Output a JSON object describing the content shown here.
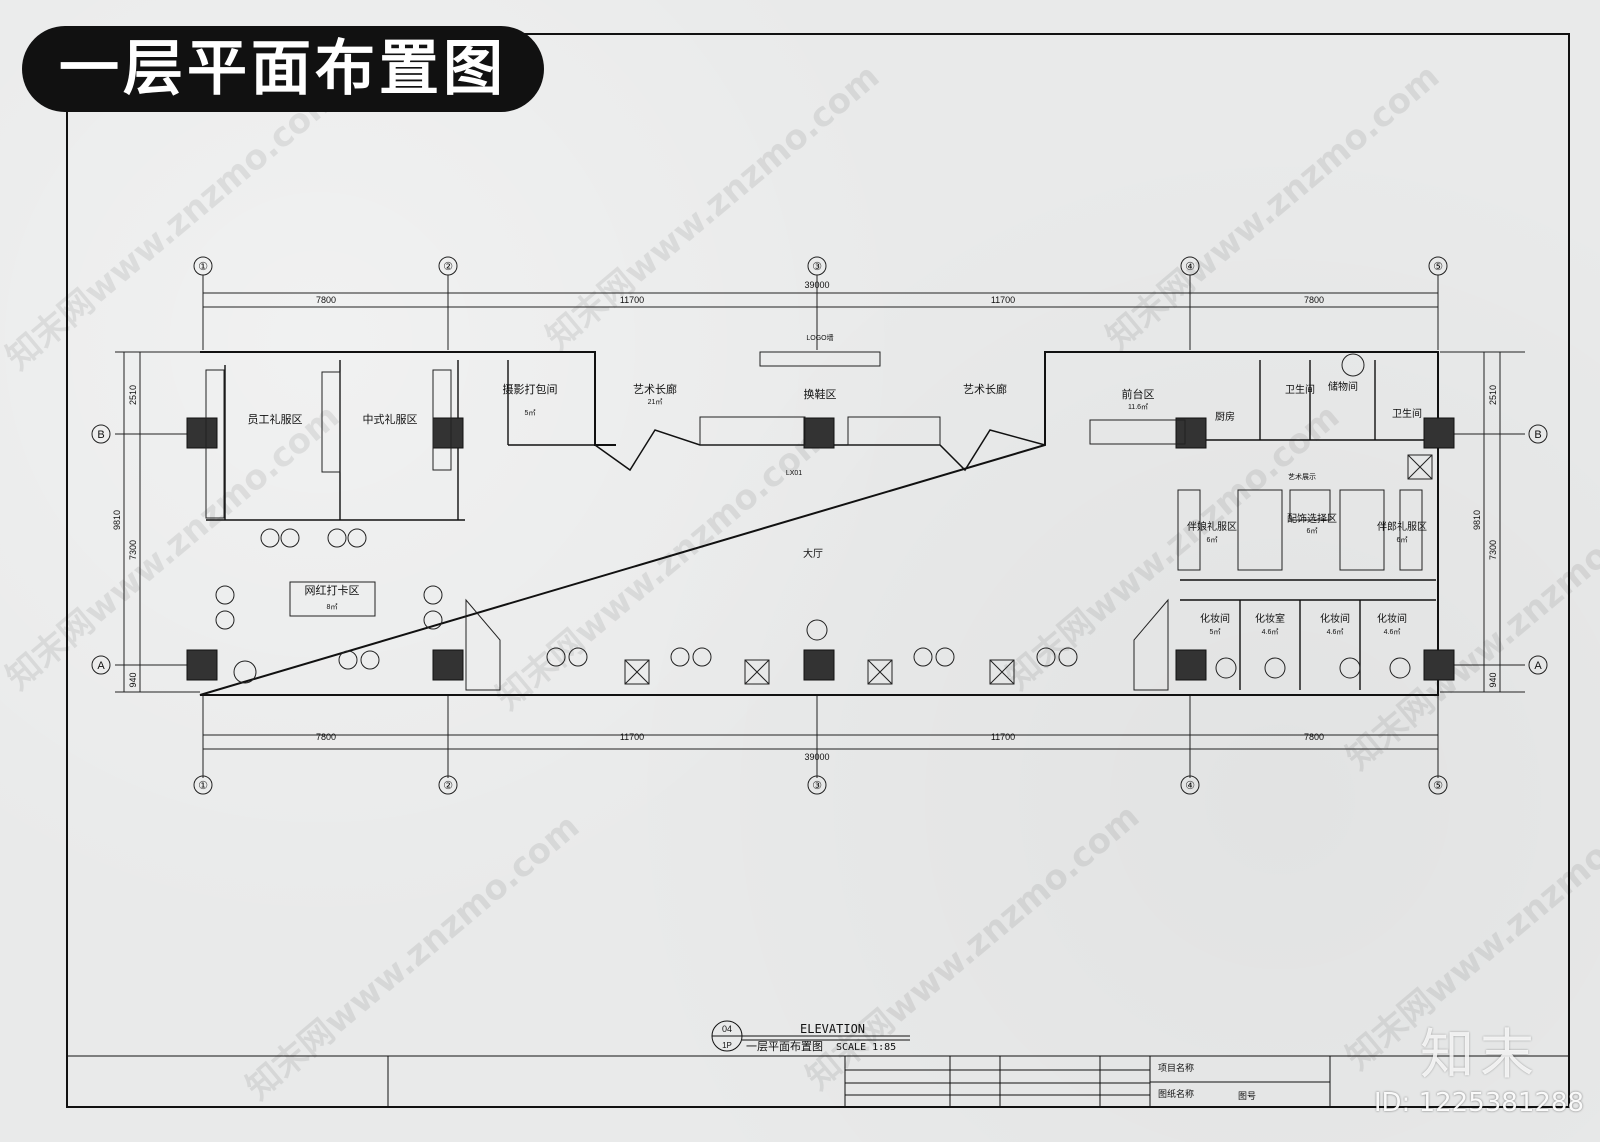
{
  "title": "一层平面布置图",
  "watermark": "知末网www.znzmo.com",
  "brand": "知末",
  "image_id": "ID: 1225381288",
  "grid": {
    "axes_top": [
      "①",
      "②",
      "③",
      "④",
      "⑤"
    ],
    "axes_side": [
      "B",
      "A"
    ],
    "dim_spans": [
      "7800",
      "11700",
      "11700",
      "7800"
    ],
    "dim_total": "39000",
    "dim_side_left": [
      "2510",
      "7300",
      "940"
    ],
    "dim_side_total": "9810"
  },
  "rooms": [
    {
      "name": "员工礼服区"
    },
    {
      "name": "中式礼服区"
    },
    {
      "name": "摄影打包间",
      "area": "5㎡"
    },
    {
      "name": "艺术长廊",
      "area": "21㎡"
    },
    {
      "name": "换鞋区"
    },
    {
      "name": "艺术长廊"
    },
    {
      "name": "前台区",
      "area": "11.6㎡"
    },
    {
      "name": "厨房"
    },
    {
      "name": "卫生间"
    },
    {
      "name": "储物间"
    },
    {
      "name": "卫生间"
    },
    {
      "name": "网红打卡区",
      "area": "8㎡"
    },
    {
      "name": "大厅"
    },
    {
      "name": "伴娘礼服区",
      "area": "6㎡"
    },
    {
      "name": "配饰选择区",
      "area": "6㎡"
    },
    {
      "name": "伴郎礼服区",
      "area": "6㎡"
    },
    {
      "name": "化妆间",
      "area": "5㎡"
    },
    {
      "name": "化妆室",
      "area": "4.6㎡"
    },
    {
      "name": "化妆间",
      "area": "4.6㎡"
    },
    {
      "name": "化妆间",
      "area": "4.6㎡"
    }
  ],
  "labels": {
    "top_note": "LOGO墙",
    "art_display": "艺术展示",
    "mirror": "LX01",
    "elevation": "ELEVATION",
    "elev_no": "04",
    "elev_sheet": "1P",
    "elev_caption": "一层平面布置图",
    "scale": "SCALE 1:85"
  },
  "title_block": {
    "project_name": "项目名称",
    "drawing_name": "图纸名称",
    "drawing_no": "图号"
  }
}
